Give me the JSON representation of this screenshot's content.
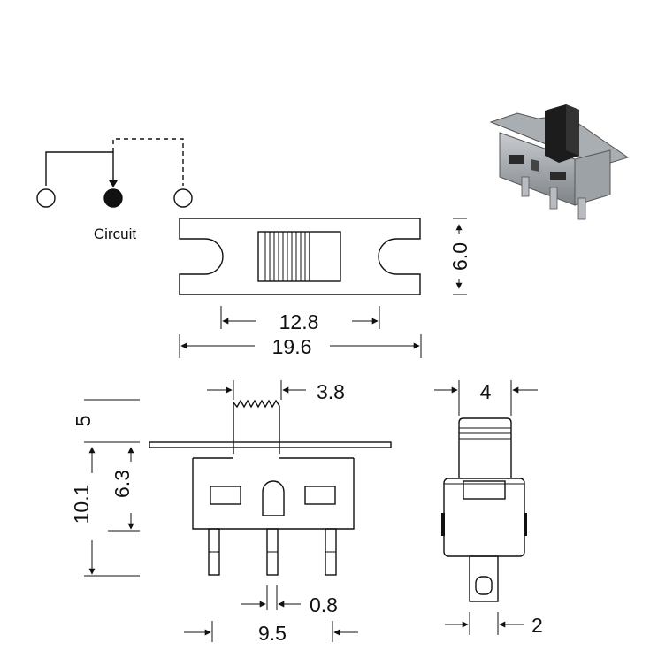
{
  "circuit": {
    "label": "Circuit"
  },
  "dimensions": {
    "top_inner_width": "12.8",
    "top_outer_width": "19.6",
    "top_height": "6.0",
    "actuator_width": "3.8",
    "actuator_height": "5",
    "total_height": "10.1",
    "body_height": "6.3",
    "pin_width": "0.8",
    "pin_pitch_span": "9.5",
    "side_actuator_width": "4",
    "side_pin_width": "2"
  },
  "colors": {
    "line": "#111111",
    "photo_body": "#8a8f94",
    "photo_knob": "#1c1c1c"
  }
}
